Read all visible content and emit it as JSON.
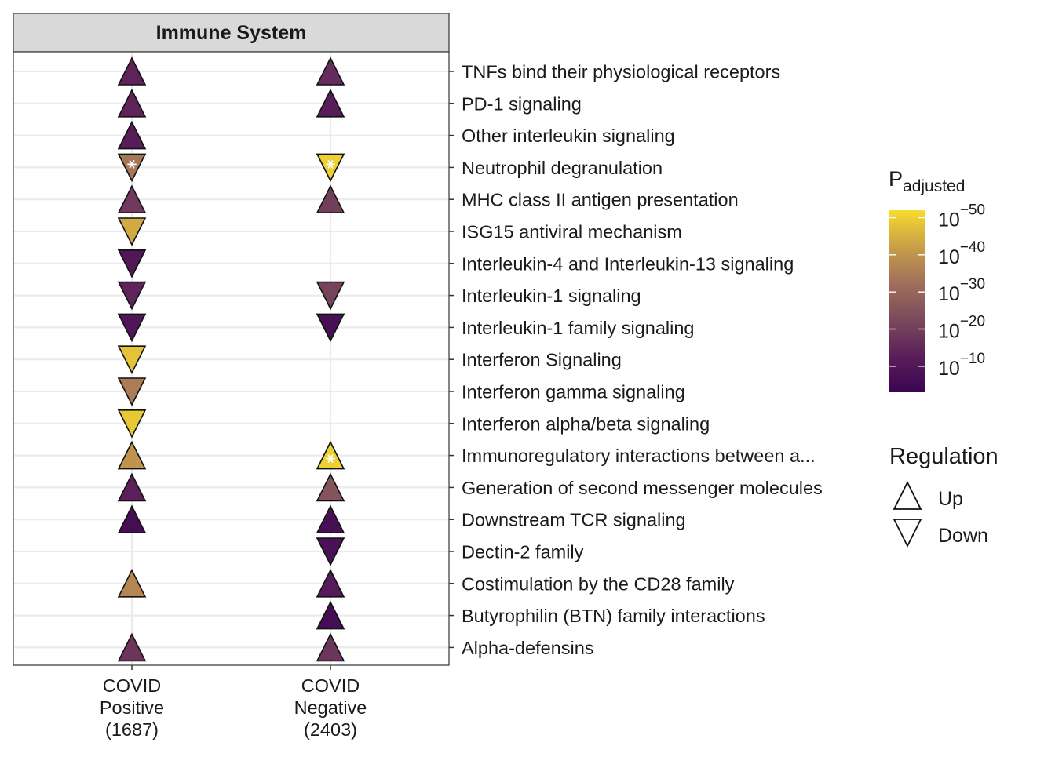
{
  "chart_data": {
    "type": "scatter",
    "facet_title": "Immune System",
    "columns": [
      {
        "line1": "COVID",
        "line2": "Positive",
        "line3": "(1687)"
      },
      {
        "line1": "COVID",
        "line2": "Negative",
        "line3": "(2403)"
      }
    ],
    "pathways": [
      "TNFs bind their physiological receptors",
      "PD-1 signaling",
      "Other interleukin signaling",
      "Neutrophil degranulation",
      "MHC class II antigen presentation",
      "ISG15 antiviral mechanism",
      "Interleukin-4 and Interleukin-13 signaling",
      "Interleukin-1 signaling",
      "Interleukin-1 family signaling",
      "Interferon Signaling",
      "Interferon gamma signaling",
      "Interferon alpha/beta signaling",
      "Immunoregulatory interactions between a...",
      "Generation of second messenger molecules",
      "Downstream TCR signaling",
      "Dectin-2 family",
      "Costimulation by the CD28 family",
      "Butyrophilin (BTN) family interactions",
      "Alpha-defensins"
    ],
    "points": [
      {
        "pathway": 0,
        "column": 0,
        "regulation": "Up",
        "log10_p": -14
      },
      {
        "pathway": 0,
        "column": 1,
        "regulation": "Up",
        "log10_p": -16
      },
      {
        "pathway": 1,
        "column": 0,
        "regulation": "Up",
        "log10_p": -14
      },
      {
        "pathway": 1,
        "column": 1,
        "regulation": "Up",
        "log10_p": -12
      },
      {
        "pathway": 2,
        "column": 0,
        "regulation": "Up",
        "log10_p": -12
      },
      {
        "pathway": 3,
        "column": 0,
        "regulation": "Down",
        "log10_p": -34,
        "star": true
      },
      {
        "pathway": 3,
        "column": 1,
        "regulation": "Down",
        "log10_p": -50,
        "star": true
      },
      {
        "pathway": 4,
        "column": 0,
        "regulation": "Up",
        "log10_p": -19
      },
      {
        "pathway": 4,
        "column": 1,
        "regulation": "Up",
        "log10_p": -20
      },
      {
        "pathway": 5,
        "column": 0,
        "regulation": "Down",
        "log10_p": -44
      },
      {
        "pathway": 6,
        "column": 0,
        "regulation": "Down",
        "log10_p": -10
      },
      {
        "pathway": 7,
        "column": 0,
        "regulation": "Down",
        "log10_p": -14
      },
      {
        "pathway": 7,
        "column": 1,
        "regulation": "Down",
        "log10_p": -21
      },
      {
        "pathway": 8,
        "column": 0,
        "regulation": "Down",
        "log10_p": -9
      },
      {
        "pathway": 8,
        "column": 1,
        "regulation": "Down",
        "log10_p": -7
      },
      {
        "pathway": 9,
        "column": 0,
        "regulation": "Down",
        "log10_p": -48
      },
      {
        "pathway": 10,
        "column": 0,
        "regulation": "Down",
        "log10_p": -35
      },
      {
        "pathway": 11,
        "column": 0,
        "regulation": "Down",
        "log10_p": -49
      },
      {
        "pathway": 12,
        "column": 0,
        "regulation": "Up",
        "log10_p": -40
      },
      {
        "pathway": 12,
        "column": 1,
        "regulation": "Up",
        "log10_p": -50,
        "star": true
      },
      {
        "pathway": 13,
        "column": 0,
        "regulation": "Up",
        "log10_p": -13
      },
      {
        "pathway": 13,
        "column": 1,
        "regulation": "Up",
        "log10_p": -25
      },
      {
        "pathway": 14,
        "column": 0,
        "regulation": "Up",
        "log10_p": -6
      },
      {
        "pathway": 14,
        "column": 1,
        "regulation": "Up",
        "log10_p": -7
      },
      {
        "pathway": 15,
        "column": 1,
        "regulation": "Down",
        "log10_p": -8
      },
      {
        "pathway": 16,
        "column": 0,
        "regulation": "Up",
        "log10_p": -37
      },
      {
        "pathway": 16,
        "column": 1,
        "regulation": "Up",
        "log10_p": -11
      },
      {
        "pathway": 17,
        "column": 1,
        "regulation": "Up",
        "log10_p": -6
      },
      {
        "pathway": 18,
        "column": 0,
        "regulation": "Up",
        "log10_p": -18
      },
      {
        "pathway": 18,
        "column": 1,
        "regulation": "Up",
        "log10_p": -18
      }
    ],
    "colorbar": {
      "title_main": "P",
      "title_sub": "adjusted",
      "range_log10": [
        -3,
        -52
      ],
      "ticks": [
        {
          "base": "10",
          "exp": "−50",
          "value": -50
        },
        {
          "base": "10",
          "exp": "−40",
          "value": -40
        },
        {
          "base": "10",
          "exp": "−30",
          "value": -30
        },
        {
          "base": "10",
          "exp": "−20",
          "value": -20
        },
        {
          "base": "10",
          "exp": "−10",
          "value": -10
        }
      ],
      "palette": [
        "#3a0552",
        "#5a1f5a",
        "#7b4a5c",
        "#a0705a",
        "#c99f48",
        "#f6dc2c"
      ]
    },
    "shape_legend": {
      "title": "Regulation",
      "items": [
        {
          "label": "Up",
          "shape": "triangle-up"
        },
        {
          "label": "Down",
          "shape": "triangle-down"
        }
      ]
    }
  }
}
